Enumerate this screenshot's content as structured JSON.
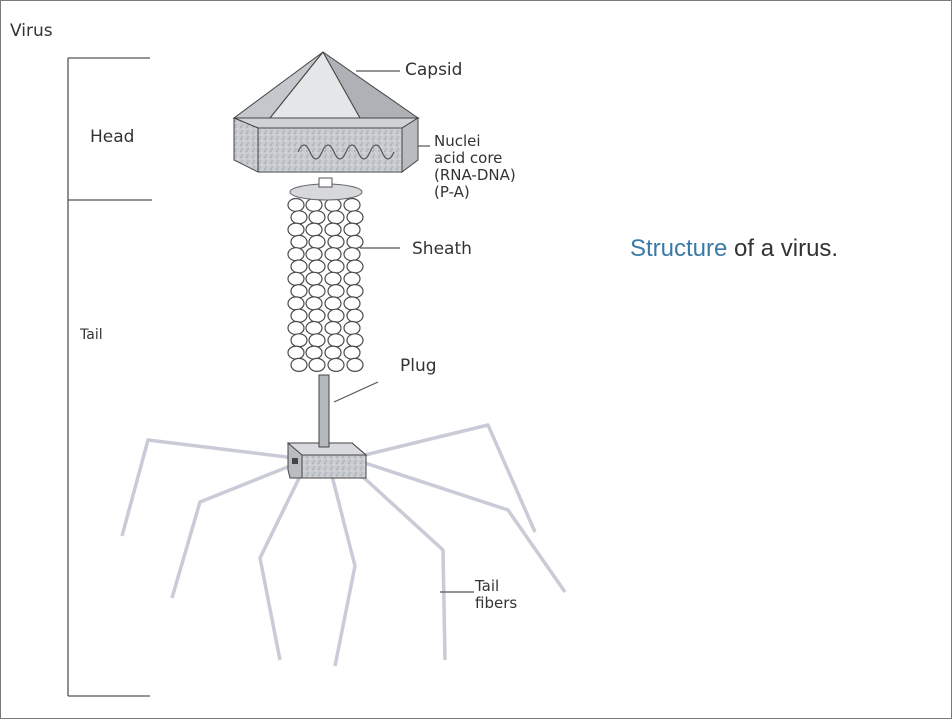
{
  "figure_title": "Virus",
  "caption": {
    "word": "Structure",
    "rest": " of a virus."
  },
  "regions": {
    "head": "Head",
    "tail": "Tail"
  },
  "labels": {
    "capsid": "Capsid",
    "nucleic_line1": "Nuclei",
    "nucleic_line2": "acid core",
    "nucleic_line3": "(RNA-DNA)",
    "nucleic_line4": "(P-A)",
    "sheath": "Sheath",
    "plug": "Plug",
    "tail_fibers_line1": "Tail",
    "tail_fibers_line2": "fibers"
  },
  "colors": {
    "caption_highlight": "#3a7aa8",
    "text": "#333333",
    "fiber": "#c9cbd6",
    "bracket": "#555555"
  }
}
